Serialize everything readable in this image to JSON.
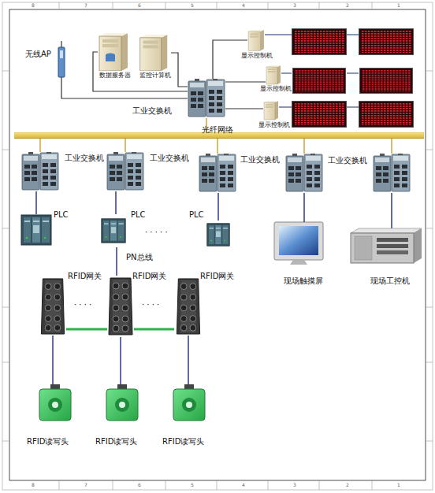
{
  "diagram": {
    "nodes": [
      {
        "text": [
          "无线AP"
        ]
      },
      {
        "text": [
          "数据服务器"
        ]
      },
      {
        "text": [
          "监控计算机"
        ]
      },
      {
        "text": [
          "显示控制机"
        ]
      },
      {
        "text": [
          "显示控制机"
        ]
      },
      {
        "text": [
          "显示控制机"
        ]
      },
      {
        "text": [
          "工业交换机"
        ]
      },
      {
        "text": [
          "光纤网络"
        ]
      },
      {
        "text": [
          "工业交换机"
        ]
      },
      {
        "text": [
          "工业交换机"
        ]
      },
      {
        "text": [
          "工业交换机"
        ]
      },
      {
        "text": [
          "工业交换机"
        ]
      },
      {
        "text": [
          "PLC"
        ]
      },
      {
        "text": [
          "PLC"
        ]
      },
      {
        "text": [
          "PLC"
        ]
      },
      {
        "text": [
          "现场触摸屏"
        ]
      },
      {
        "text": [
          "现场工控机"
        ]
      },
      {
        "text": [
          "RFID网关"
        ]
      },
      {
        "text": [
          "RFID网关"
        ]
      },
      {
        "text": [
          "RFID网关"
        ]
      },
      {
        "text": [
          "RFID读写头"
        ]
      },
      {
        "text": [
          "RFID读写头"
        ]
      },
      {
        "text": [
          "RFID读写头"
        ]
      }
    ],
    "edges": [
      {
        "from": 0,
        "to": 6,
        "arrow": "none"
      },
      {
        "from": 1,
        "to": 6,
        "arrow": "none"
      },
      {
        "from": 2,
        "to": 6,
        "arrow": "none"
      },
      {
        "from": 3,
        "to": 6,
        "arrow": "none"
      },
      {
        "from": 4,
        "to": 6,
        "arrow": "none"
      },
      {
        "from": 5,
        "to": 6,
        "arrow": "none"
      },
      {
        "from": 6,
        "to": 7,
        "arrow": "none"
      },
      {
        "from": 7,
        "to": 8,
        "arrow": "none"
      },
      {
        "from": 7,
        "to": 9,
        "arrow": "none"
      },
      {
        "from": 7,
        "to": 10,
        "arrow": "none"
      },
      {
        "from": 7,
        "to": 11,
        "arrow": "none"
      },
      {
        "from": 8,
        "to": 12,
        "arrow": "none"
      },
      {
        "from": 9,
        "to": 13,
        "arrow": "none"
      },
      {
        "from": 10,
        "to": 14,
        "arrow": "none"
      },
      {
        "from": 11,
        "to": 15,
        "arrow": "none"
      },
      {
        "from": 13,
        "to": 18,
        "label": "PN总线",
        "arrow": "none"
      },
      {
        "from": 17,
        "to": 18,
        "arrow": "none"
      },
      {
        "from": 18,
        "to": 19,
        "arrow": "none"
      },
      {
        "from": 17,
        "to": 20,
        "arrow": "none"
      },
      {
        "from": 18,
        "to": 21,
        "arrow": "none"
      },
      {
        "from": 19,
        "to": 22,
        "arrow": "none"
      }
    ],
    "labels": [
      "8",
      "7",
      "6",
      "5",
      "4",
      "3",
      "2",
      "1",
      "8",
      "7",
      "6",
      "5",
      "4",
      "3",
      "2",
      "1",
      "· · · · ·",
      "· · · ·",
      "· · · ·"
    ]
  }
}
